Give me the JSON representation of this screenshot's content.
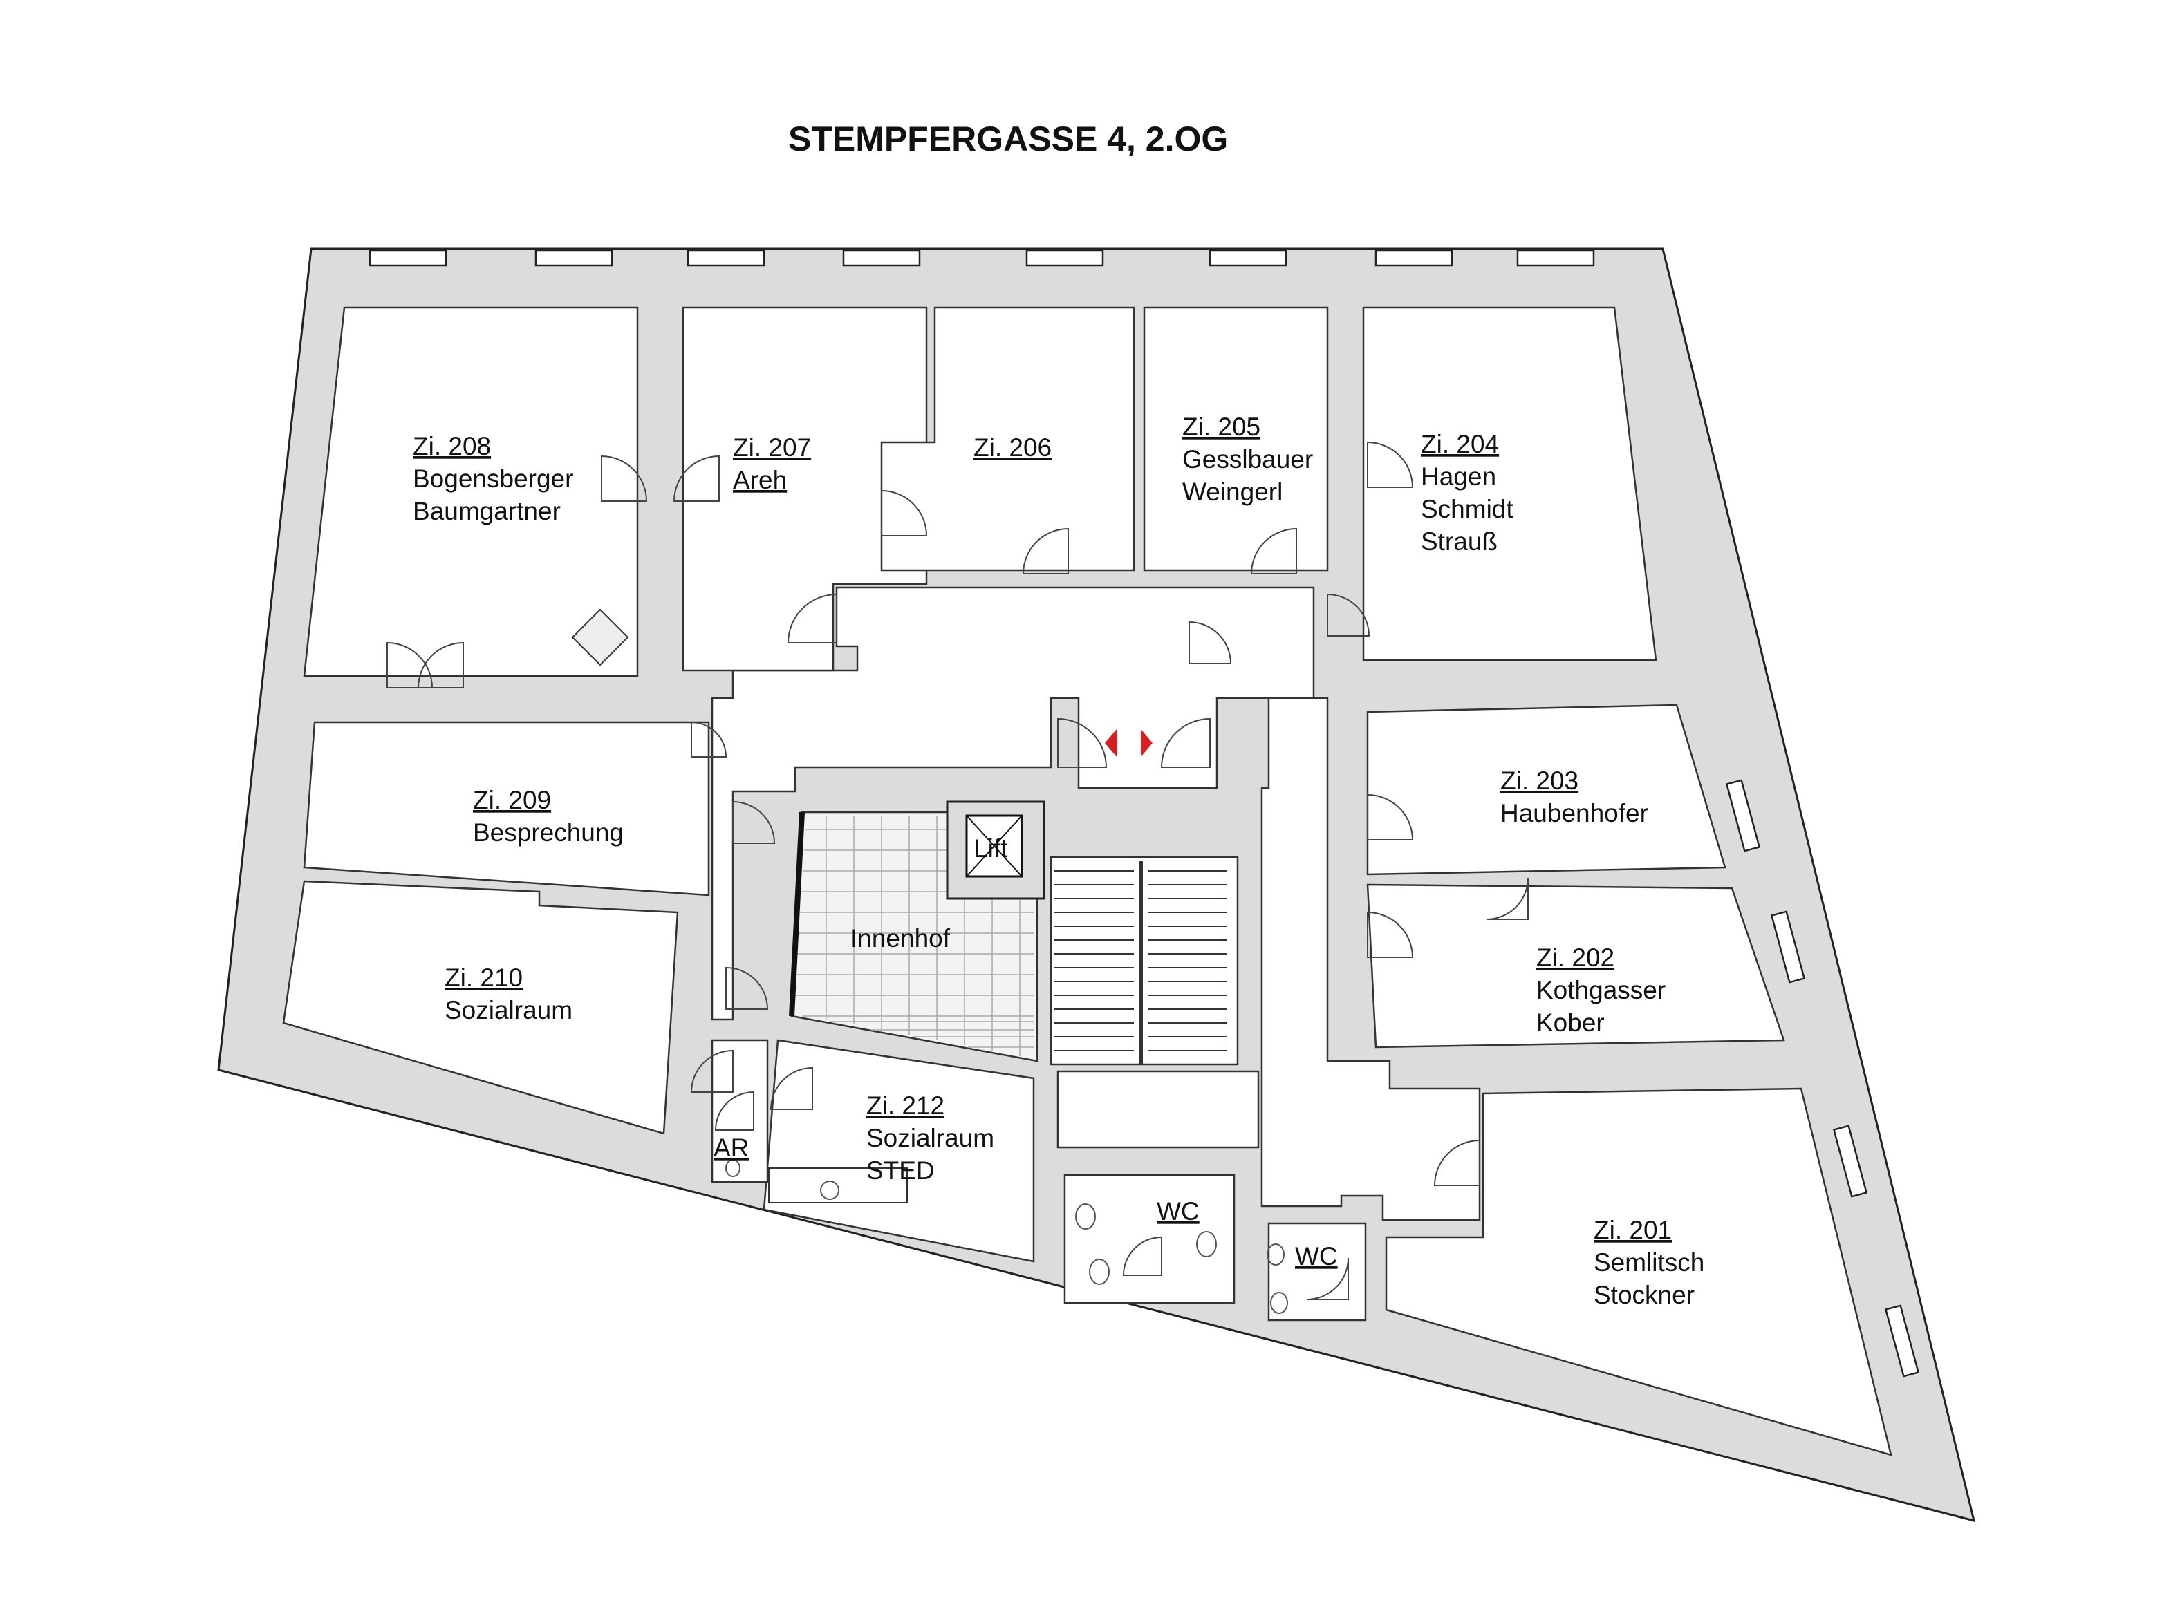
{
  "title": "STEMPFERGASSE 4, 2.OG",
  "rooms": {
    "r208": {
      "number": "Zi. 208",
      "line1": "Bogensberger",
      "line2": "Baumgartner"
    },
    "r207": {
      "number": "Zi. 207",
      "line1": "Areh"
    },
    "r206": {
      "number": "Zi. 206"
    },
    "r205": {
      "number": "Zi. 205",
      "line1": "Gesslbauer",
      "line2": "Weingerl"
    },
    "r204": {
      "number": "Zi. 204",
      "line1": "Hagen",
      "line2": "Schmidt",
      "line3": "Strauß"
    },
    "r209": {
      "number": "Zi. 209",
      "line1": "Besprechung"
    },
    "r203": {
      "number": "Zi. 203",
      "line1": "Haubenhofer"
    },
    "r210": {
      "number": "Zi. 210",
      "line1": "Sozialraum"
    },
    "r202": {
      "number": "Zi. 202",
      "line1": "Kothgasser",
      "line2": "Kober"
    },
    "r212": {
      "number": "Zi. 212",
      "line1": "Sozialraum",
      "line2": "STED"
    },
    "r201": {
      "number": "Zi. 201",
      "line1": "Semlitsch",
      "line2": "Stockner"
    }
  },
  "spaces": {
    "lift": "Lift",
    "courtyard": "Innenhof",
    "ar": "AR",
    "wc1": "WC",
    "wc2": "WC"
  },
  "colors": {
    "wall": "#dcdcdc",
    "marker": "#d42020"
  }
}
